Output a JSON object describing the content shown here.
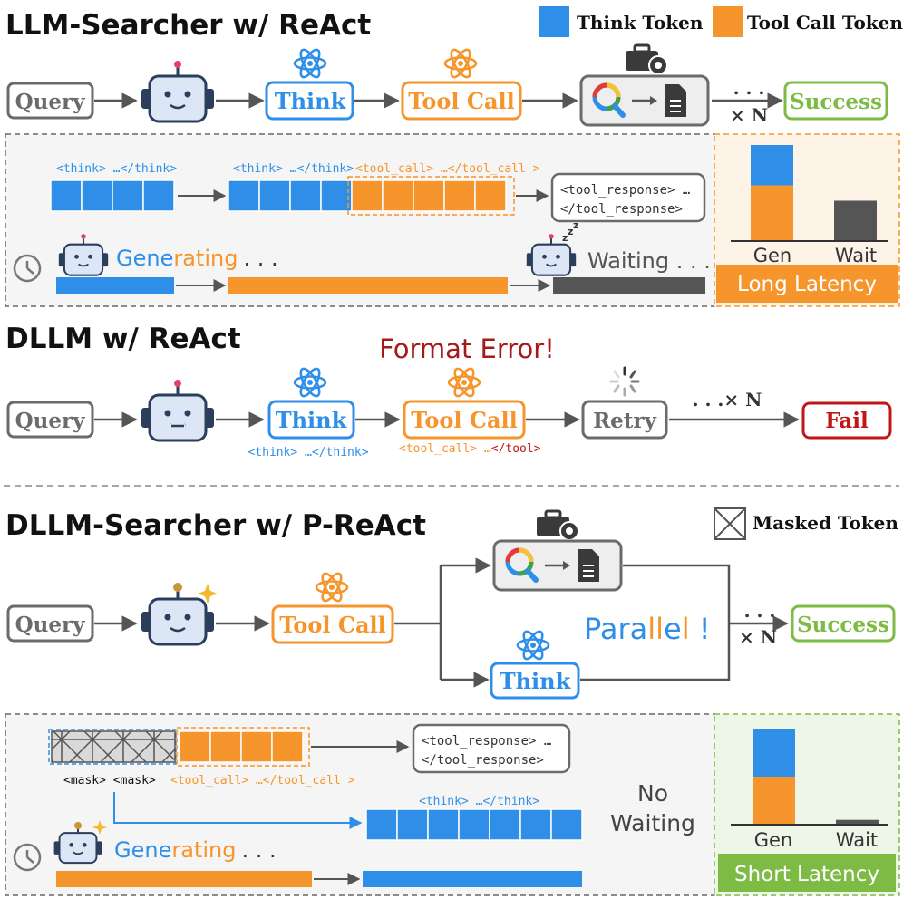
{
  "legend": {
    "think_token": "Think Token",
    "tool_call_token": "Tool Call Token",
    "masked_token": "Masked Token"
  },
  "colors": {
    "think_blue": "#2f8fe8",
    "tool_orange": "#f5952b",
    "gray": "#6b6b6b",
    "success_green": "#7dbb45",
    "fail_red": "#c01818",
    "dark": "#555555"
  },
  "section1": {
    "title": "LLM-Searcher w/ ReAct",
    "query": "Query",
    "think": "Think",
    "tool_call": "Tool Call",
    "dots": ". . .",
    "times_n": "× N",
    "success": "Success",
    "think_tag": "<think> …</think>",
    "think_tag2": "<think> …</think>",
    "tool_call_tag": "<tool_call> …</tool_call >",
    "tool_response_line1": "<tool_response> …",
    "tool_response_line2": "</tool_response>",
    "generating_blue": "Gene",
    "generating_orange": "rating",
    "generating_dots": ". . .",
    "waiting": "Waiting . . .",
    "gen_label": "Gen",
    "wait_label": "Wait",
    "latency": "Long Latency",
    "bars": {
      "gen_think": 0.42,
      "gen_tool": 0.58,
      "wait": 0.42
    }
  },
  "section2": {
    "title": "DLLM w/ ReAct",
    "format_error": "Format Error!",
    "query": "Query",
    "think": "Think",
    "tool_call": "Tool Call",
    "retry": "Retry",
    "dots_n": ". . .× N",
    "fail": "Fail",
    "think_tag": "<think> …</think>",
    "tool_call_tag_orange": "<tool_call> …",
    "tool_call_tag_red": "</tool>"
  },
  "section3": {
    "title": "DLLM-Searcher w/ P-ReAct",
    "query": "Query",
    "tool_call": "Tool Call",
    "think": "Think",
    "parallel_blue1": "Para",
    "parallel_orange1": "ll",
    "parallel_blue2": "e",
    "parallel_orange2": "l",
    "parallel_blue3": " !",
    "dots": ". . .",
    "times_n": "× N",
    "success": "Success",
    "mask_tag": "<mask> <mask>",
    "tool_call_tag": "<tool_call> …</tool_call >",
    "tool_response_line1": "<tool_response> …",
    "tool_response_line2": "</tool_response>",
    "think_tag": "<think> …</think>",
    "no": "No",
    "waiting": "Waiting",
    "generating_blue": "Gene",
    "generating_orange": "rating",
    "generating_dots": ". . .",
    "gen_label": "Gen",
    "wait_label": "Wait",
    "latency": "Short Latency",
    "bars": {
      "gen_think": 0.5,
      "gen_tool": 0.5,
      "wait": 0.05
    }
  }
}
